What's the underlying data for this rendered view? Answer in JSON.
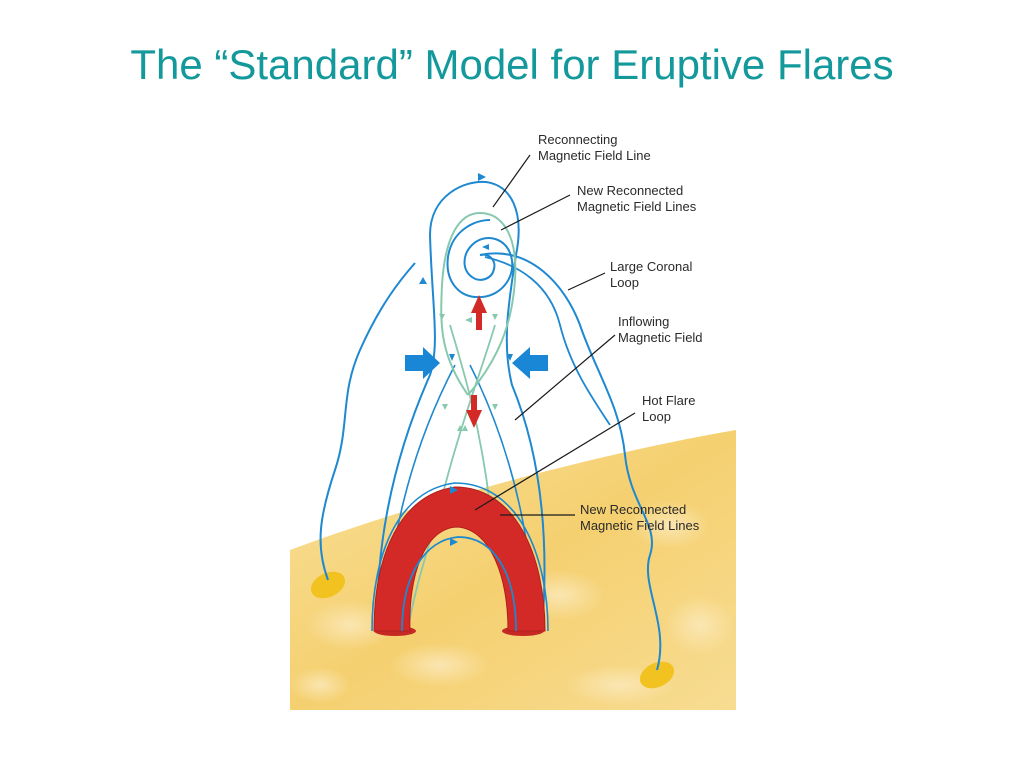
{
  "slide": {
    "title": "The “Standard” Model for Eruptive Flares"
  },
  "diagram": {
    "labels": {
      "reconnecting": [
        "Reconnecting",
        "Magnetic Field Line"
      ],
      "new_reconnected_top": [
        "New Reconnected",
        "Magnetic Field Lines"
      ],
      "large_coronal_loop": [
        "Large Coronal",
        "Loop"
      ],
      "inflowing": [
        "Inflowing",
        "Magnetic Field"
      ],
      "hot_flare_loop": [
        "Hot Flare",
        "Loop"
      ],
      "new_reconnected_bottom": [
        "New Reconnected",
        "Magnetic Field Lines"
      ]
    },
    "colors": {
      "field_line_blue": "#1e88d0",
      "reconnected_green": "#86c9ae",
      "flare_red": "#d42a27",
      "inflow_arrow_blue": "#1a86d6",
      "surface_yellow": "#f5d57c",
      "footpoint_yellow": "#f2c221",
      "title_teal": "#13999b"
    }
  }
}
